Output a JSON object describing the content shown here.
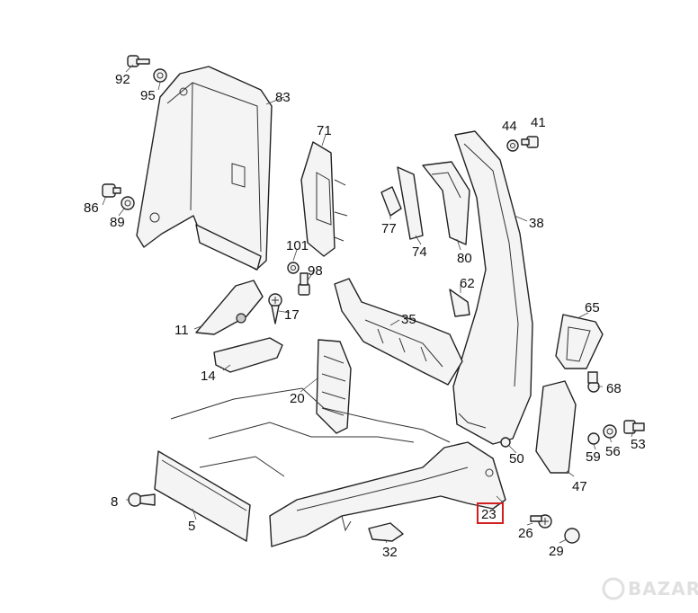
{
  "diagram": {
    "labels": {
      "p92": "92",
      "p95": "95",
      "p83": "83",
      "p71": "71",
      "p44": "44",
      "p41": "41",
      "p86": "86",
      "p89": "89",
      "p77": "77",
      "p74": "74",
      "p80": "80",
      "p38": "38",
      "p101": "101",
      "p98": "98",
      "p62": "62",
      "p17": "17",
      "p11": "11",
      "p35": "35",
      "p65": "65",
      "p14": "14",
      "p68": "68",
      "p20": "20",
      "p59": "59",
      "p56": "56",
      "p53": "53",
      "p50": "50",
      "p47": "47",
      "p8": "8",
      "p5": "5",
      "p23": "23",
      "p26": "26",
      "p29": "29",
      "p32": "32"
    },
    "highlighted_part": "23",
    "highlight_color": "#d21f1f"
  },
  "watermark": {
    "text": "BAZAR"
  }
}
